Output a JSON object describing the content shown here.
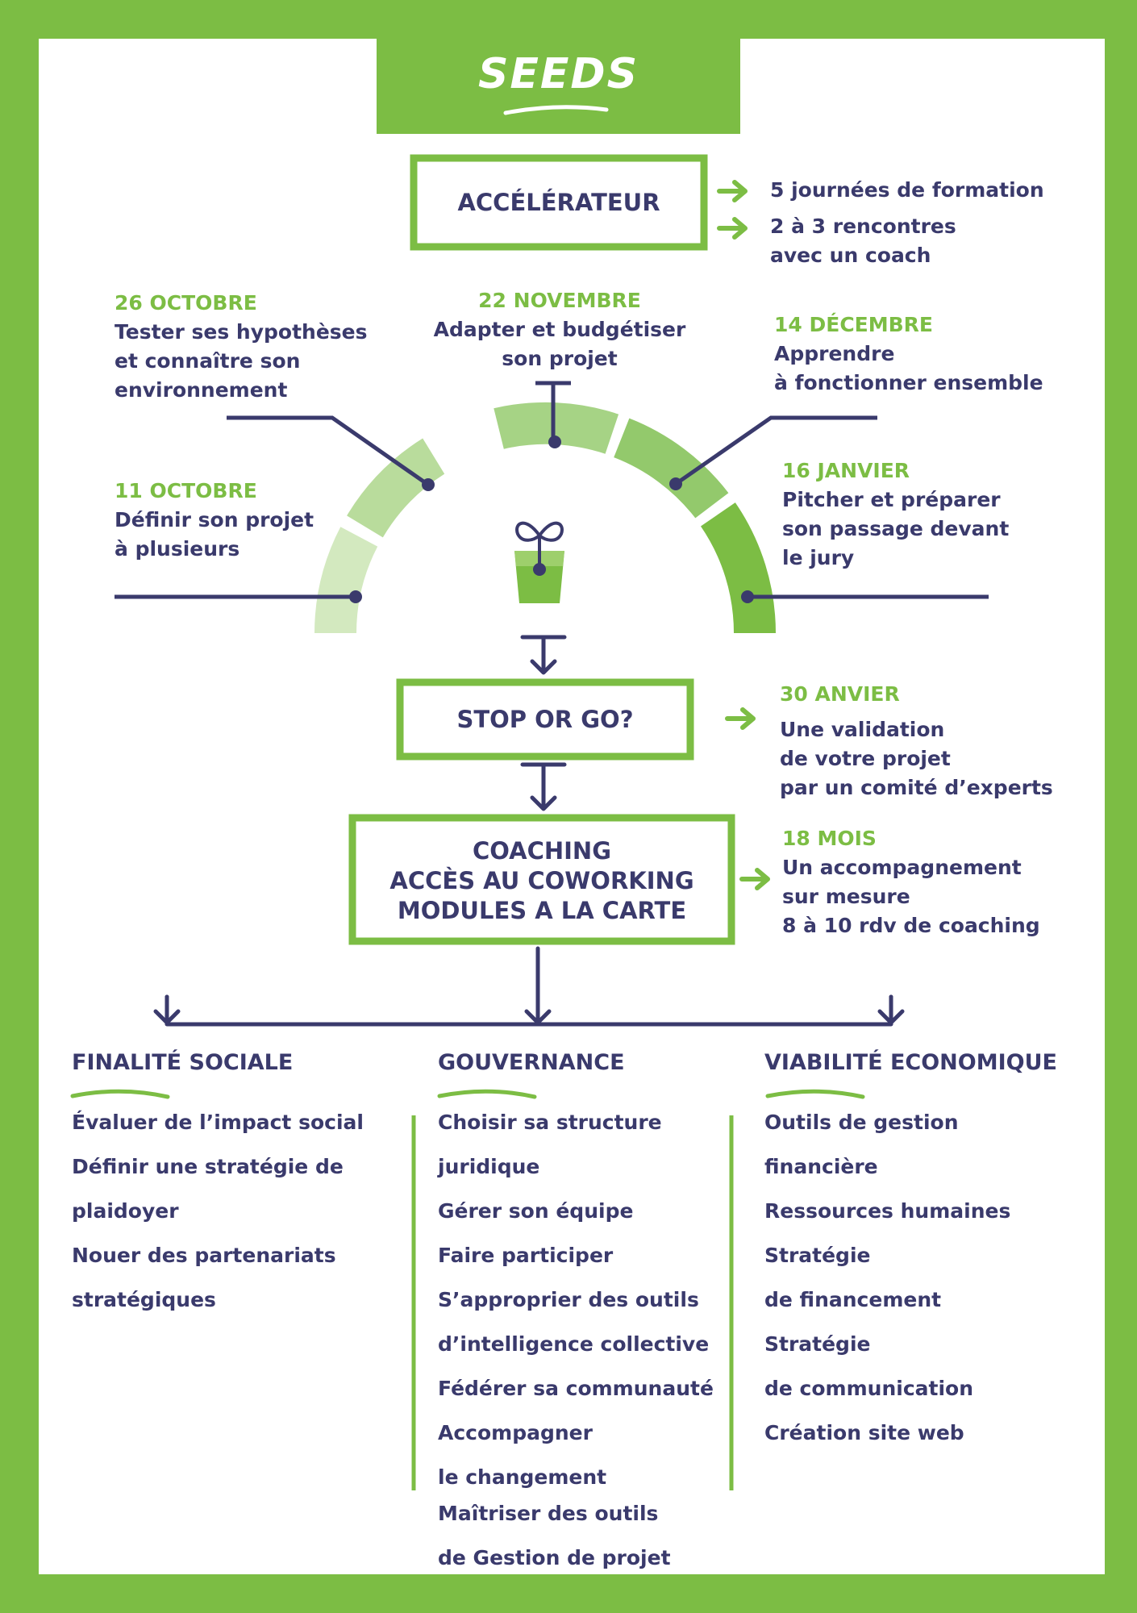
{
  "logo": "SEEDS",
  "accelerateur": {
    "title": "ACCÉLÉRATEUR",
    "details": [
      "5 journées de formation",
      "2 à 3 rencontres",
      "avec un coach"
    ]
  },
  "milestones": [
    {
      "date": "26 OCTOBRE",
      "lines": [
        "Tester ses hypothèses",
        "et connaître son",
        "environnement"
      ]
    },
    {
      "date": "22 NOVEMBRE",
      "lines": [
        "Adapter et budgétiser",
        "son projet"
      ]
    },
    {
      "date": "14 DÉCEMBRE",
      "lines": [
        "Apprendre",
        "à fonctionner ensemble"
      ]
    },
    {
      "date": "11 OCTOBRE",
      "lines": [
        "Définir son projet",
        "à plusieurs"
      ]
    },
    {
      "date": "16 JANVIER",
      "lines": [
        "Pitcher et préparer",
        "son passage devant",
        "le jury"
      ]
    }
  ],
  "stop_or_go": {
    "title": "STOP OR GO?",
    "date": "30 ANVIER",
    "lines": [
      "Une validation",
      "de votre projet",
      "par un comité d’experts"
    ]
  },
  "coaching": {
    "lines": [
      "COACHING",
      "ACCÈS AU COWORKING",
      "MODULES A LA CARTE"
    ],
    "date": "18 MOIS",
    "details": [
      "Un accompagnement",
      "sur mesure",
      "8 à 10 rdv de coaching"
    ]
  },
  "columns": [
    {
      "title": "FINALITÉ SOCIALE",
      "items": [
        [
          "Évaluer de l’impact social"
        ],
        [
          "Définir une stratégie de",
          "plaidoyer"
        ],
        [
          "Nouer des partenariats",
          "stratégiques"
        ]
      ]
    },
    {
      "title": "GOUVERNANCE",
      "items": [
        [
          "Choisir sa structure",
          "juridique"
        ],
        [
          "Gérer son équipe"
        ],
        [
          "Faire participer"
        ],
        [
          "S’approprier des outils",
          "d’intelligence collective"
        ],
        [
          "Fédérer sa communauté"
        ],
        [
          "Accompagner",
          "le changement"
        ],
        [
          "Maîtriser des outils",
          "de Gestion de projet"
        ]
      ]
    },
    {
      "title": "VIABILITÉ ECONOMIQUE",
      "items": [
        [
          "Outils de gestion",
          "financière"
        ],
        [
          "Ressources humaines"
        ],
        [
          "Stratégie",
          "de financement"
        ],
        [
          "Stratégie",
          "de communication"
        ],
        [
          "Création site web"
        ]
      ]
    }
  ],
  "colors": {
    "green": "#7cbd44",
    "navy": "#3a3a6c",
    "arc": [
      "#d3e9bf",
      "#b9dc9c",
      "#a6d385",
      "#93c96c",
      "#7cbd44"
    ]
  }
}
